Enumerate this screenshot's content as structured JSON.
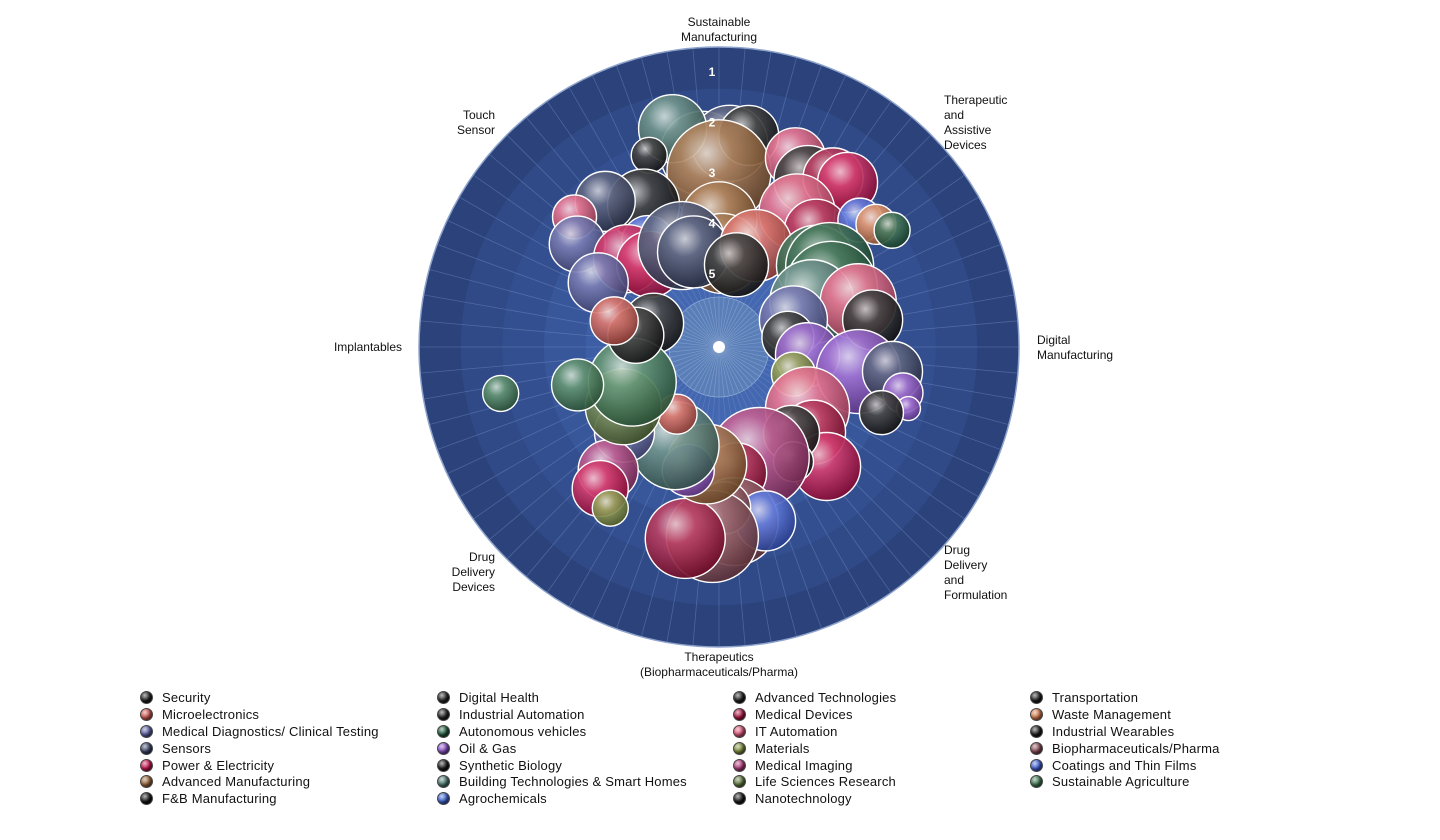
{
  "chart_data": {
    "type": "bubble-radial",
    "ring_labels": [
      "1",
      "2",
      "3",
      "4",
      "5"
    ],
    "axis_labels": [
      [
        "Sustainable",
        "Manufacturing"
      ],
      [
        "Therapeutic",
        "and",
        "Assistive",
        "Devices"
      ],
      [
        "Digital",
        "Manufacturing"
      ],
      [
        "Drug",
        "Delivery",
        "and",
        "Formulation"
      ],
      [
        "Therapeutics",
        "(Biopharmaceuticals/Pharma)"
      ],
      [
        "Drug",
        "Delivery",
        "Devices"
      ],
      [
        "Implantables"
      ],
      [
        "Touch",
        "Sensor"
      ]
    ],
    "legend": [
      {
        "name": "Security",
        "color": "#1c1c1c"
      },
      {
        "name": "Microelectronics",
        "color": "#d2574f"
      },
      {
        "name": "Medical Diagnostics/ Clinical Testing",
        "color": "#5a5fa3"
      },
      {
        "name": "Sensors",
        "color": "#3a4466"
      },
      {
        "name": "Power & Electricity",
        "color": "#c8104f"
      },
      {
        "name": "Advanced Manufacturing",
        "color": "#9c6638"
      },
      {
        "name": "F&B Manufacturing",
        "color": "#111111"
      },
      {
        "name": "Digital Health",
        "color": "#222222"
      },
      {
        "name": "Industrial Automation",
        "color": "#1e1e1e"
      },
      {
        "name": "Autonomous vehicles",
        "color": "#1f5a3a"
      },
      {
        "name": "Oil & Gas",
        "color": "#8a4fc8"
      },
      {
        "name": "Synthetic Biology",
        "color": "#151515"
      },
      {
        "name": "Building Technologies & Smart Homes",
        "color": "#4e7a72"
      },
      {
        "name": "Agrochemicals",
        "color": "#3c63d2"
      },
      {
        "name": "Advanced Technologies",
        "color": "#1a1a1a"
      },
      {
        "name": "Medical Devices",
        "color": "#a8123e"
      },
      {
        "name": "IT Automation",
        "color": "#e0567a"
      },
      {
        "name": "Materials",
        "color": "#7f8f3a"
      },
      {
        "name": "Medical Imaging",
        "color": "#b03a7a"
      },
      {
        "name": "Life Sciences Research",
        "color": "#5e7a3c"
      },
      {
        "name": "Nanotechnology",
        "color": "#131313"
      },
      {
        "name": "Transportation",
        "color": "#191919"
      },
      {
        "name": "Waste Management",
        "color": "#d97e4e"
      },
      {
        "name": "Industrial Wearables",
        "color": "#171717"
      },
      {
        "name": "Biopharmaceuticals/Pharma",
        "color": "#8a4a55"
      },
      {
        "name": "Coatings and Thin Films",
        "color": "#3f5fd8"
      },
      {
        "name": "Sustainable Agriculture",
        "color": "#3f7a52"
      }
    ],
    "bubbles": [
      {
        "angle": 355,
        "radius": 3.2,
        "size": 42,
        "series": "Sensors"
      },
      {
        "angle": 3,
        "radius": 3.0,
        "size": 38,
        "series": "Sensors"
      },
      {
        "angle": 8,
        "radius": 2.8,
        "size": 30,
        "series": "Security"
      },
      {
        "angle": 348,
        "radius": 2.6,
        "size": 34,
        "series": "Building Technologies & Smart Homes"
      },
      {
        "angle": 0,
        "radius": 3.6,
        "size": 52,
        "series": "Advanced Manufacturing"
      },
      {
        "angle": 0,
        "radius": 4.6,
        "size": 38,
        "series": "Advanced Manufacturing"
      },
      {
        "angle": 2,
        "radius": 5.3,
        "size": 40,
        "series": "Advanced Manufacturing"
      },
      {
        "angle": 340,
        "radius": 3.0,
        "size": 18,
        "series": "Security"
      },
      {
        "angle": 332,
        "radius": 3.9,
        "size": 36,
        "series": "Synthetic Biology"
      },
      {
        "angle": 322,
        "radius": 3.4,
        "size": 30,
        "series": "Sensors"
      },
      {
        "angle": 326,
        "radius": 4.6,
        "size": 26,
        "series": "Coatings and Thin Films"
      },
      {
        "angle": 312,
        "radius": 3.2,
        "size": 22,
        "series": "IT Automation"
      },
      {
        "angle": 306,
        "radius": 3.6,
        "size": 28,
        "series": "Medical Diagnostics/ Clinical Testing"
      },
      {
        "angle": 314,
        "radius": 4.6,
        "size": 34,
        "series": "Power & Electricity"
      },
      {
        "angle": 320,
        "radius": 5.0,
        "size": 33,
        "series": "Power & Electricity"
      },
      {
        "angle": 298,
        "radius": 4.4,
        "size": 30,
        "series": "Medical Diagnostics/ Clinical Testing"
      },
      {
        "angle": 290,
        "radius": 5.8,
        "size": 30,
        "series": "Security"
      },
      {
        "angle": 340,
        "radius": 5.0,
        "size": 44,
        "series": "Sensors"
      },
      {
        "angle": 345,
        "radius": 5.2,
        "size": 36,
        "series": "Sensors"
      },
      {
        "angle": 22,
        "radius": 3.0,
        "size": 30,
        "series": "IT Automation"
      },
      {
        "angle": 28,
        "radius": 3.3,
        "size": 34,
        "series": "Security"
      },
      {
        "angle": 34,
        "radius": 3.0,
        "size": 30,
        "series": "Medical Devices"
      },
      {
        "angle": 38,
        "radius": 2.9,
        "size": 30,
        "series": "Power & Electricity"
      },
      {
        "angle": 30,
        "radius": 4.0,
        "size": 38,
        "series": "IT Automation"
      },
      {
        "angle": 40,
        "radius": 4.1,
        "size": 32,
        "series": "Medical Devices"
      },
      {
        "angle": 48,
        "radius": 3.3,
        "size": 22,
        "series": "Coatings and Thin Films"
      },
      {
        "angle": 52,
        "radius": 3.1,
        "size": 20,
        "series": "Waste Management"
      },
      {
        "angle": 56,
        "radius": 2.9,
        "size": 18,
        "series": "Autonomous vehicles"
      },
      {
        "angle": 20,
        "radius": 5.0,
        "size": 36,
        "series": "Microelectronics"
      },
      {
        "angle": 12,
        "radius": 5.5,
        "size": 32,
        "series": "Security"
      },
      {
        "angle": 50,
        "radius": 4.6,
        "size": 40,
        "series": "Autonomous vehicles"
      },
      {
        "angle": 54,
        "radius": 4.4,
        "size": 44,
        "series": "Autonomous vehicles"
      },
      {
        "angle": 62,
        "radius": 4.6,
        "size": 46,
        "series": "Autonomous vehicles"
      },
      {
        "angle": 64,
        "radius": 5.1,
        "size": 42,
        "series": "Building Technologies & Smart Homes"
      },
      {
        "angle": 72,
        "radius": 4.2,
        "size": 38,
        "series": "IT Automation"
      },
      {
        "angle": 80,
        "radius": 4.0,
        "size": 30,
        "series": "Industrial Wearables"
      },
      {
        "angle": 70,
        "radius": 5.6,
        "size": 34,
        "series": "Medical Diagnostics/ Clinical Testing"
      },
      {
        "angle": 82,
        "radius": 5.8,
        "size": 26,
        "series": "Security"
      },
      {
        "angle": 95,
        "radius": 5.4,
        "size": 32,
        "series": "Oil & Gas"
      },
      {
        "angle": 100,
        "radius": 4.3,
        "size": 42,
        "series": "Oil & Gas"
      },
      {
        "angle": 98,
        "radius": 3.6,
        "size": 30,
        "series": "Sensors"
      },
      {
        "angle": 104,
        "radius": 3.3,
        "size": 20,
        "series": "Oil & Gas"
      },
      {
        "angle": 108,
        "radius": 3.1,
        "size": 12,
        "series": "Oil & Gas"
      },
      {
        "angle": 112,
        "radius": 3.6,
        "size": 22,
        "series": "Security"
      },
      {
        "angle": 110,
        "radius": 5.6,
        "size": 22,
        "series": "Materials"
      },
      {
        "angle": 125,
        "radius": 5.0,
        "size": 42,
        "series": "IT Automation"
      },
      {
        "angle": 132,
        "radius": 4.6,
        "size": 32,
        "series": "Medical Devices"
      },
      {
        "angle": 138,
        "radius": 3.9,
        "size": 34,
        "series": "Power & Electricity"
      },
      {
        "angle": 140,
        "radius": 4.9,
        "size": 28,
        "series": "Security"
      },
      {
        "angle": 147,
        "radius": 4.4,
        "size": 20,
        "series": "Synthetic Biology"
      },
      {
        "angle": 160,
        "radius": 4.8,
        "size": 50,
        "series": "Medical Imaging"
      },
      {
        "angle": 172,
        "radius": 4.6,
        "size": 30,
        "series": "Medical Devices"
      },
      {
        "angle": 175,
        "radius": 3.6,
        "size": 44,
        "series": "Biopharmaceuticals/Pharma"
      },
      {
        "angle": 165,
        "radius": 3.5,
        "size": 30,
        "series": "Coatings and Thin Films"
      },
      {
        "angle": 178,
        "radius": 3.9,
        "size": 26,
        "series": "Biopharmaceuticals/Pharma"
      },
      {
        "angle": 182,
        "radius": 3.3,
        "size": 46,
        "series": "Biopharmaceuticals/Pharma"
      },
      {
        "angle": 190,
        "radius": 3.2,
        "size": 40,
        "series": "Medical Devices"
      },
      {
        "angle": 186,
        "radius": 4.8,
        "size": 40,
        "series": "Advanced Manufacturing"
      },
      {
        "angle": 194,
        "radius": 4.6,
        "size": 26,
        "series": "Oil & Gas"
      },
      {
        "angle": 204,
        "radius": 5.0,
        "size": 44,
        "series": "Building Technologies & Smart Homes"
      },
      {
        "angle": 212,
        "radius": 5.6,
        "size": 20,
        "series": "Microelectronics"
      },
      {
        "angle": 228,
        "radius": 4.6,
        "size": 30,
        "series": "Medical Diagnostics/ Clinical Testing"
      },
      {
        "angle": 222,
        "radius": 3.8,
        "size": 30,
        "series": "Medical Imaging"
      },
      {
        "angle": 220,
        "radius": 3.4,
        "size": 28,
        "series": "Power & Electricity"
      },
      {
        "angle": 214,
        "radius": 3.2,
        "size": 18,
        "series": "Materials"
      },
      {
        "angle": 238,
        "radius": 4.9,
        "size": 38,
        "series": "Life Sciences Research"
      },
      {
        "angle": 248,
        "radius": 5.3,
        "size": 44,
        "series": "Sustainable Agriculture"
      },
      {
        "angle": 255,
        "radius": 4.2,
        "size": 26,
        "series": "Sustainable Agriculture"
      },
      {
        "angle": 258,
        "radius": 2.6,
        "size": 18,
        "series": "Sustainable Agriculture"
      },
      {
        "angle": 278,
        "radius": 5.5,
        "size": 28,
        "series": "Security"
      },
      {
        "angle": 284,
        "radius": 5.0,
        "size": 24,
        "series": "Microelectronics"
      }
    ]
  }
}
